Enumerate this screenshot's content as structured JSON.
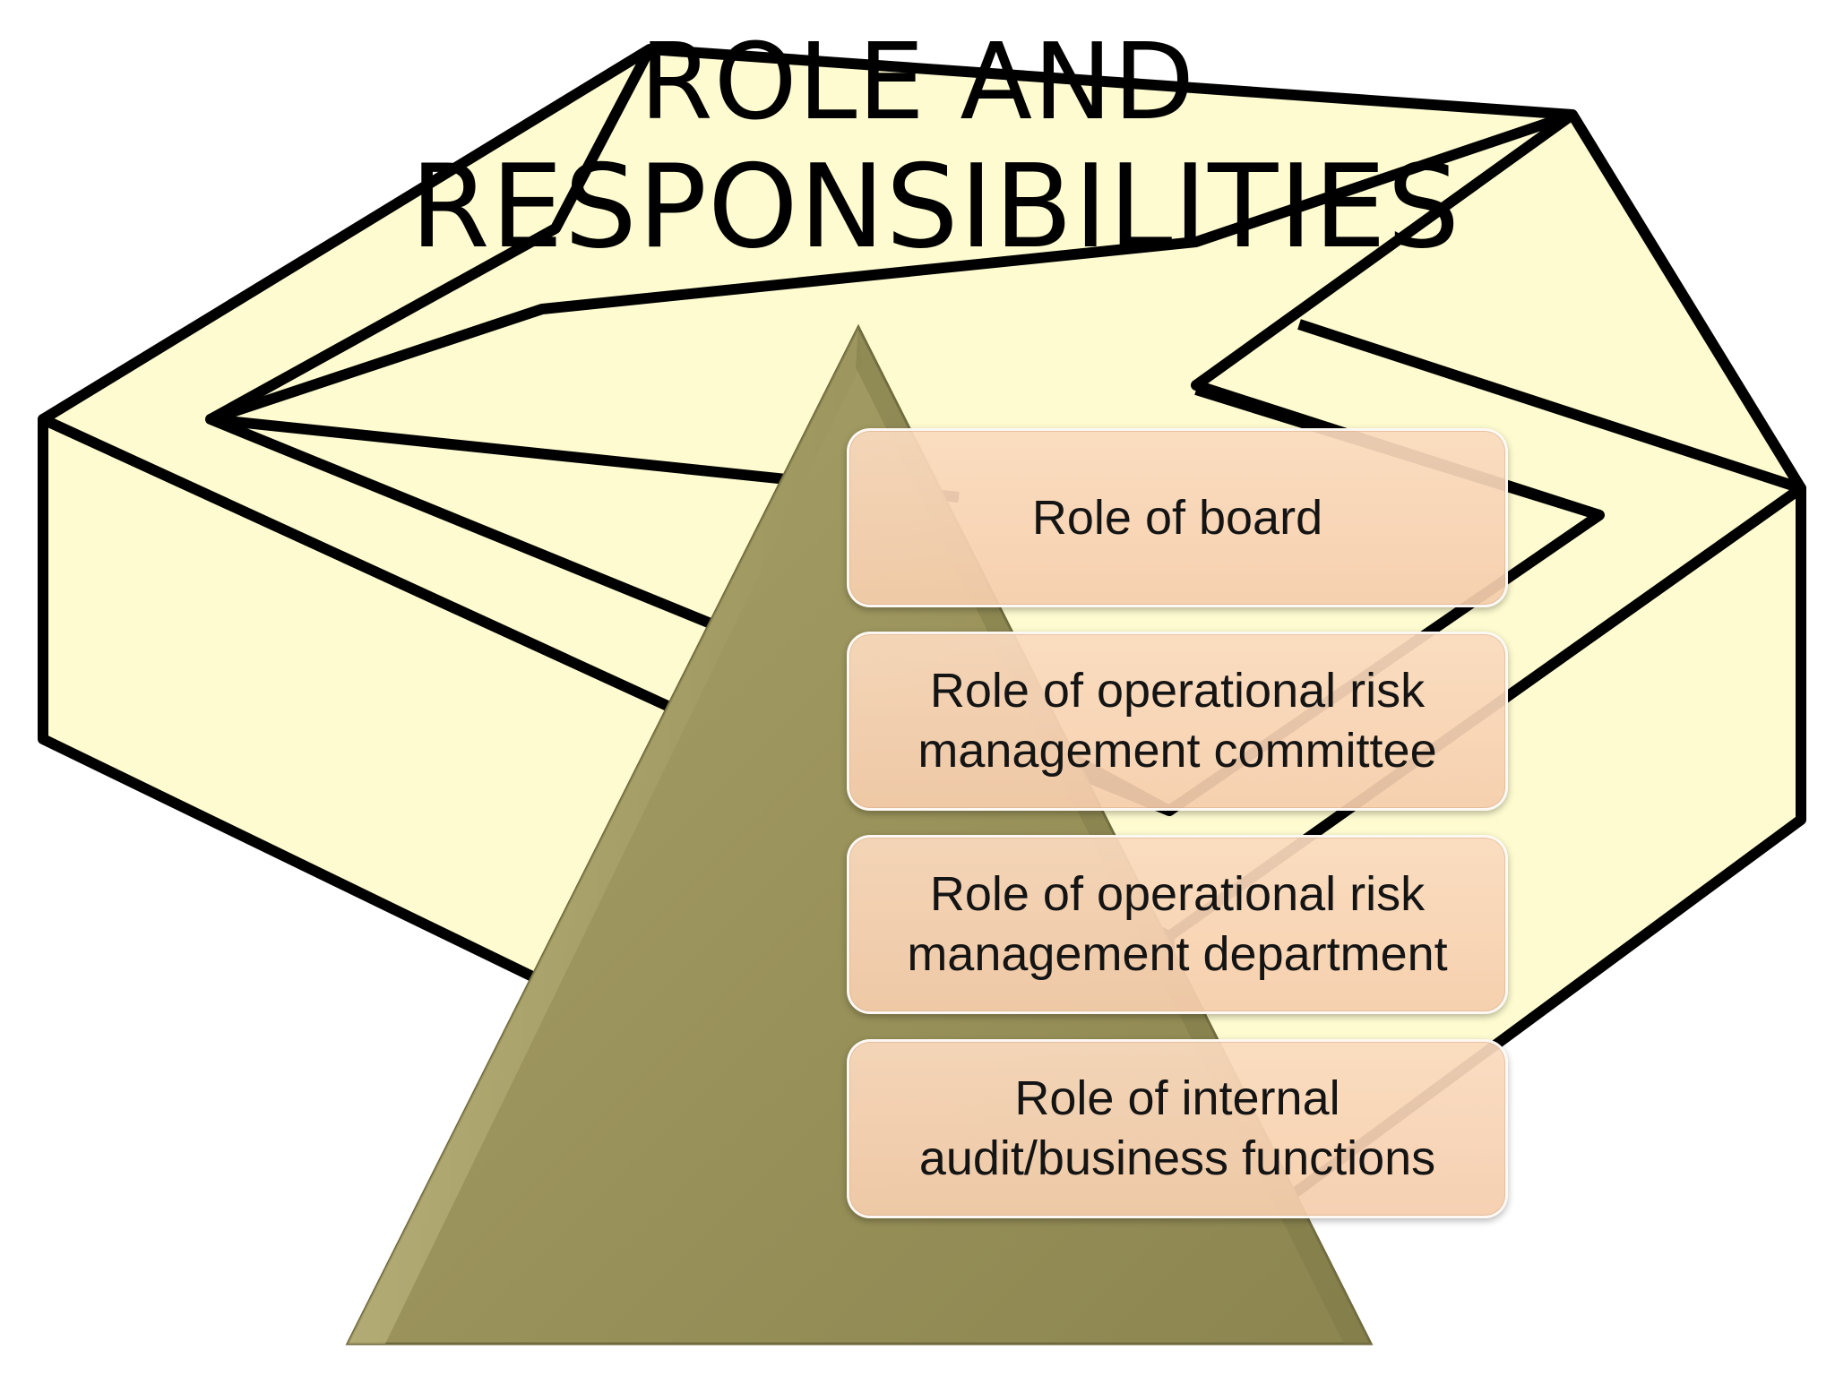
{
  "slide": {
    "title_line1": "ROLE AND",
    "title_line2": "RESPONSIBILITIES"
  },
  "pyramid_items": [
    {
      "line1": "Role of board",
      "line2": ""
    },
    {
      "line1": "Role of operational  risk",
      "line2": "management committee"
    },
    {
      "line1": "Role of operational  risk",
      "line2": "management department"
    },
    {
      "line1": "Role of internal",
      "line2": "audit/business functions"
    }
  ],
  "colors": {
    "background_shape_fill": "#fdfbcf",
    "pyramid_fill": "#9c955d",
    "box_fill": "#f7d4b6",
    "outline": "#000000"
  }
}
